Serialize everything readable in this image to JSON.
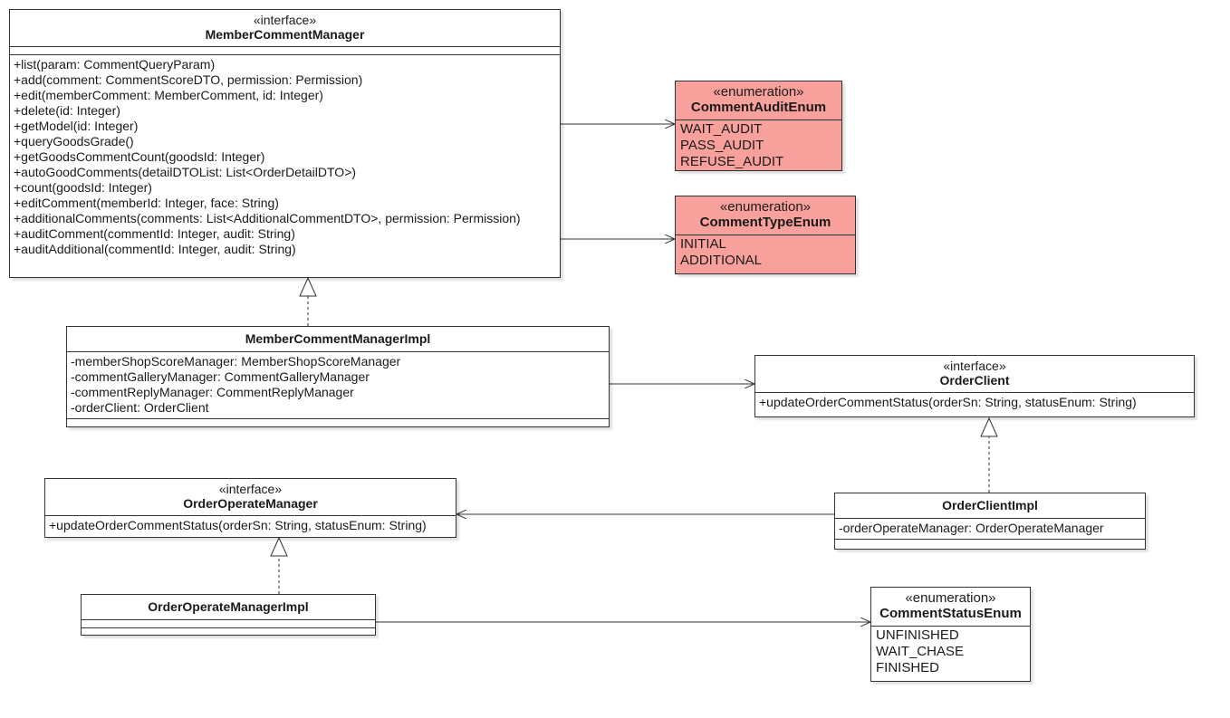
{
  "classes": {
    "member_comment_manager": {
      "stereotype": "«interface»",
      "name": "MemberCommentManager",
      "operations": [
        "+list(param: CommentQueryParam)",
        "+add(comment: CommentScoreDTO, permission: Permission)",
        "+edit(memberComment: MemberComment, id: Integer)",
        "+delete(id: Integer)",
        "+getModel(id: Integer)",
        "+queryGoodsGrade()",
        "+getGoodsCommentCount(goodsId: Integer)",
        "+autoGoodComments(detailDTOList: List<OrderDetailDTO>)",
        "+count(goodsId: Integer)",
        "+editComment(memberId: Integer, face: String)",
        "+additionalComments(comments: List<AdditionalCommentDTO>, permission: Permission)",
        "+auditComment(commentId: Integer, audit: String)",
        "+auditAdditional(commentId: Integer, audit: String)"
      ]
    },
    "comment_audit_enum": {
      "stereotype": "«enumeration»",
      "name": "CommentAuditEnum",
      "values": [
        "WAIT_AUDIT",
        "PASS_AUDIT",
        "REFUSE_AUDIT"
      ]
    },
    "comment_type_enum": {
      "stereotype": "«enumeration»",
      "name": "CommentTypeEnum",
      "values": [
        "INITIAL",
        "ADDITIONAL"
      ]
    },
    "member_comment_manager_impl": {
      "name": "MemberCommentManagerImpl",
      "attributes": [
        "-memberShopScoreManager: MemberShopScoreManager",
        "-commentGalleryManager: CommentGalleryManager",
        "-commentReplyManager: CommentReplyManager",
        "-orderClient: OrderClient"
      ]
    },
    "order_client": {
      "stereotype": "«interface»",
      "name": "OrderClient",
      "operations": [
        "+updateOrderCommentStatus(orderSn: String, statusEnum: String)"
      ]
    },
    "order_operate_manager": {
      "stereotype": "«interface»",
      "name": "OrderOperateManager",
      "operations": [
        "+updateOrderCommentStatus(orderSn: String, statusEnum: String)"
      ]
    },
    "order_client_impl": {
      "name": "OrderClientImpl",
      "attributes": [
        "-orderOperateManager: OrderOperateManager"
      ]
    },
    "order_operate_manager_impl": {
      "name": "OrderOperateManagerImpl"
    },
    "comment_status_enum": {
      "stereotype": "«enumeration»",
      "name": "CommentStatusEnum",
      "values": [
        "UNFINISHED",
        "WAIT_CHASE",
        "FINISHED"
      ]
    }
  },
  "colors": {
    "enum_highlight": "#f8a09c",
    "line": "#333333",
    "background": "#ffffff"
  }
}
